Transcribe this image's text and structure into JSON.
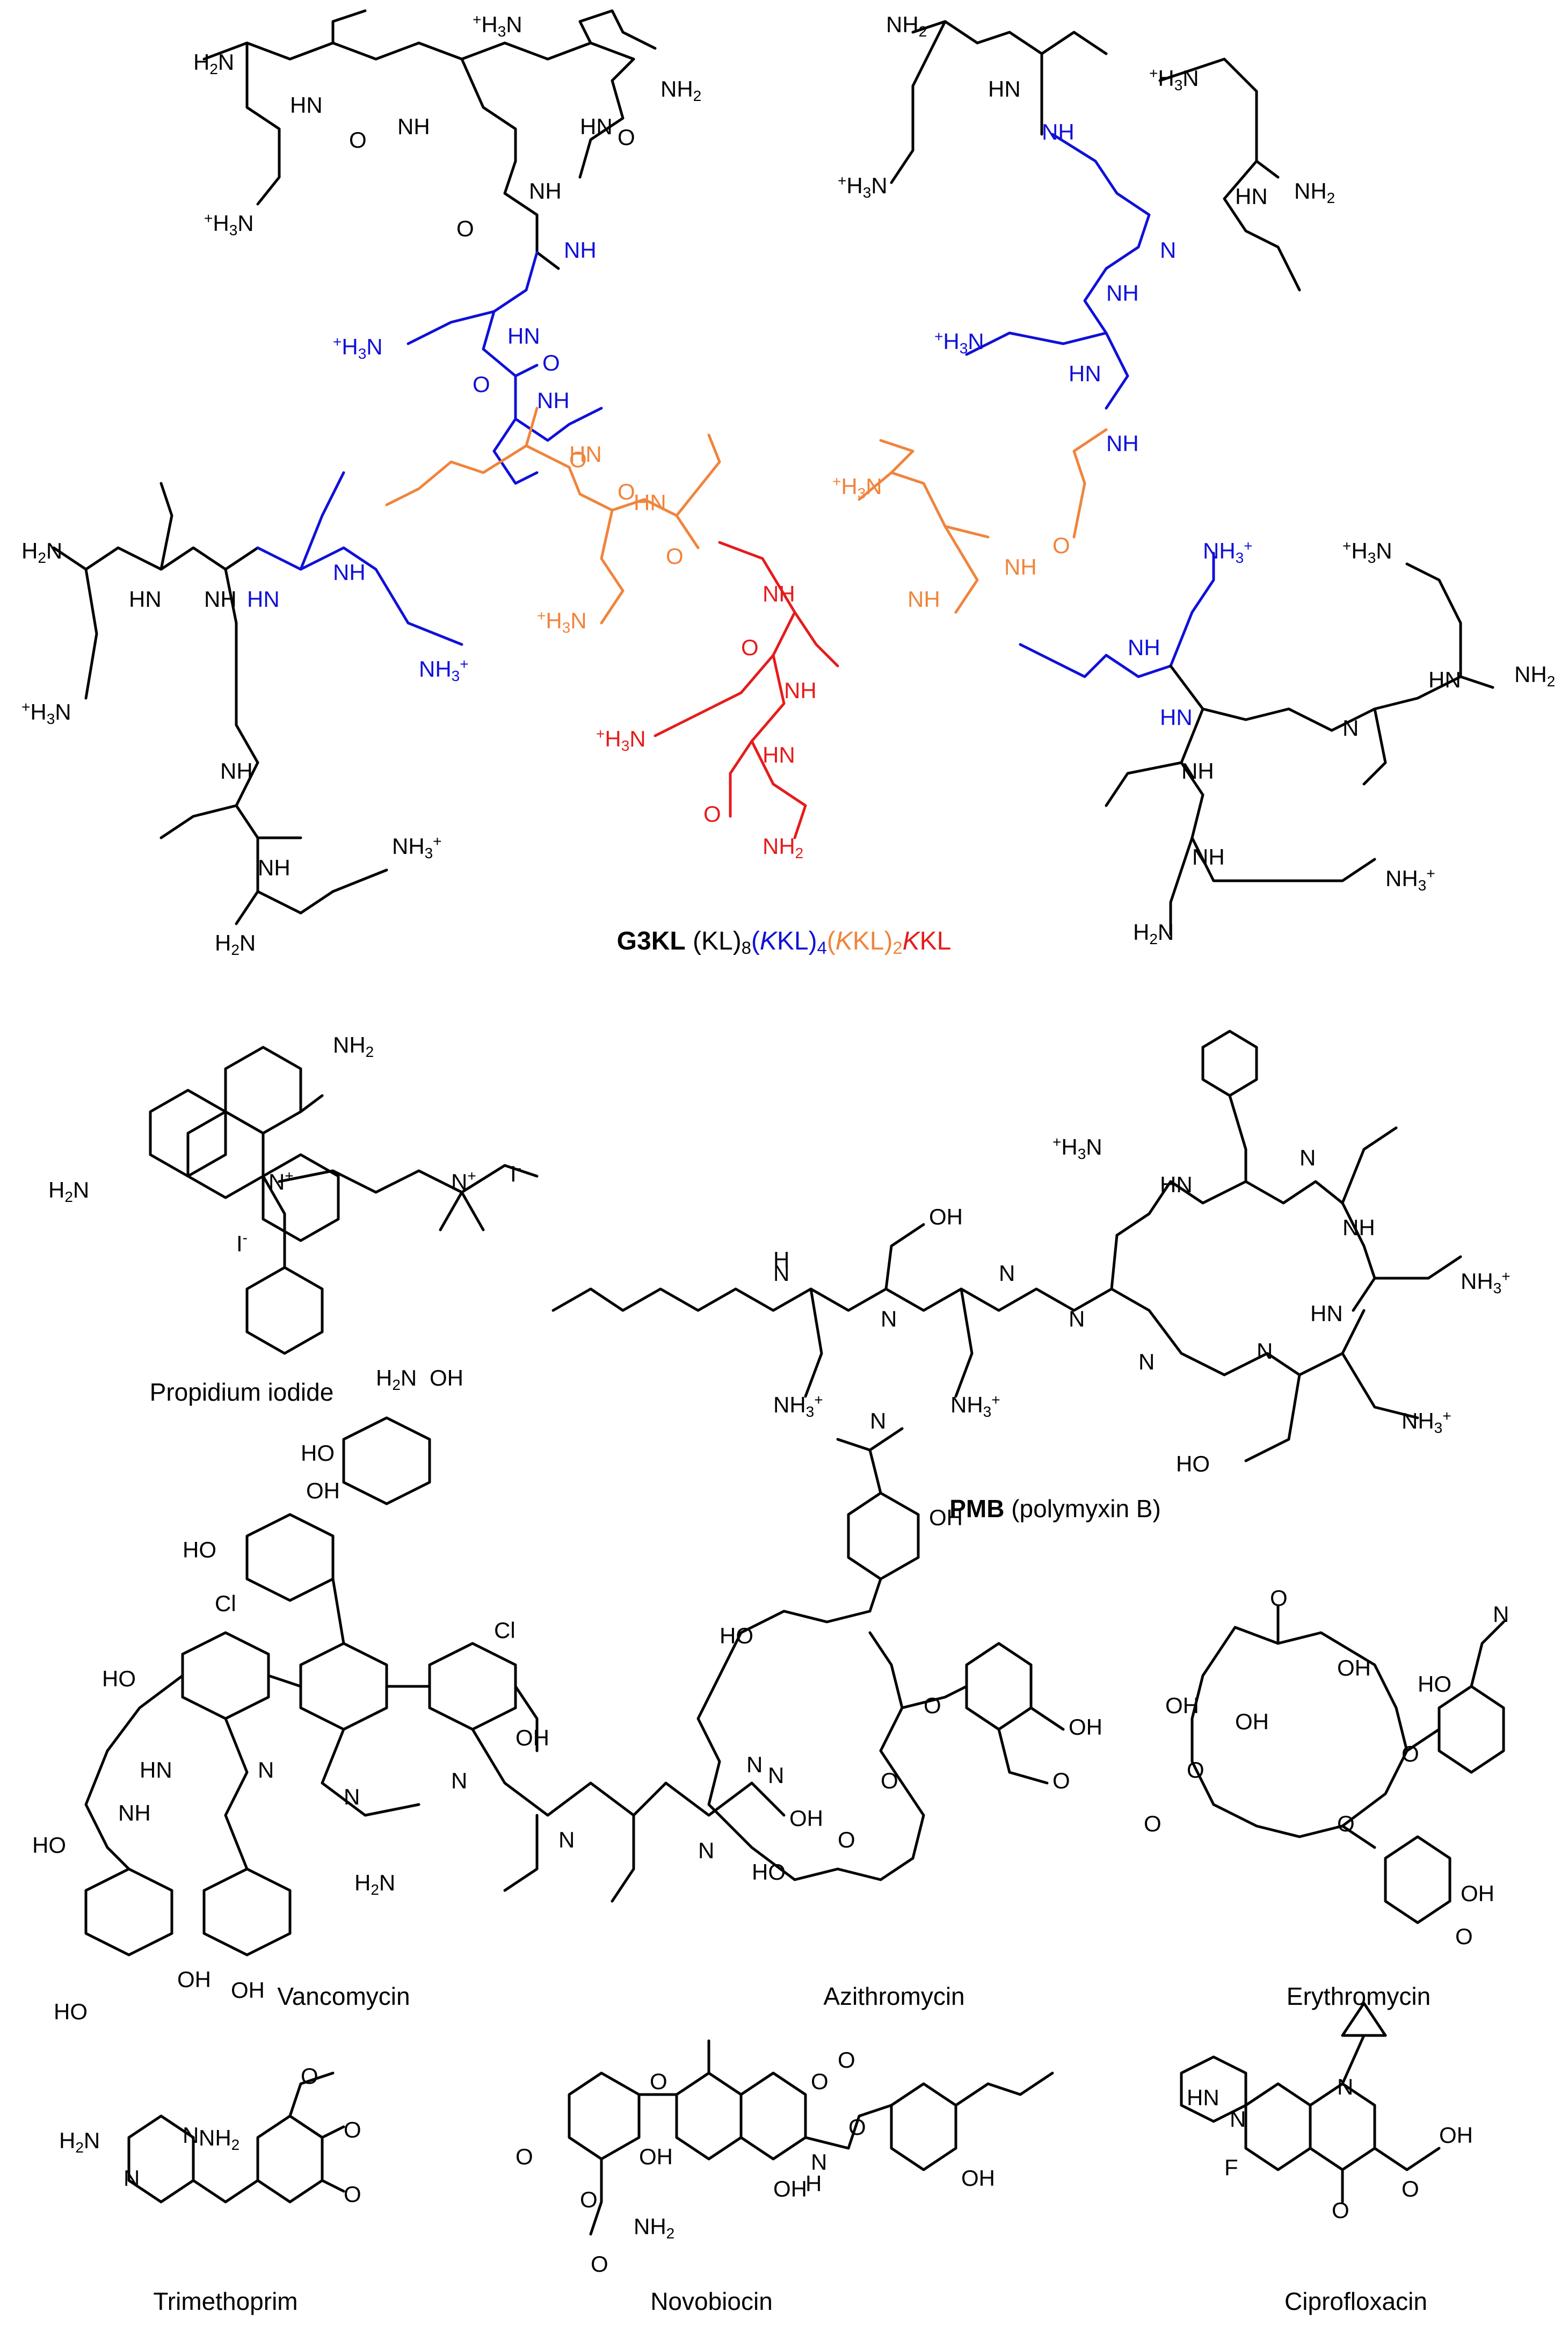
{
  "compounds": {
    "g3kl": {
      "name": "G3KL",
      "formula": [
        {
          "text": "(KL)",
          "color": "#000000"
        },
        {
          "text": "8",
          "color": "#000000",
          "sub": true
        },
        {
          "text": "(",
          "color": "#1010d8"
        },
        {
          "text": "K",
          "color": "#1010d8",
          "italic": true
        },
        {
          "text": "KL)",
          "color": "#1010d8"
        },
        {
          "text": "4",
          "color": "#1010d8",
          "sub": true
        },
        {
          "text": "(",
          "color": "#f0843c"
        },
        {
          "text": "K",
          "color": "#f0843c",
          "italic": true
        },
        {
          "text": "KL)",
          "color": "#f0843c"
        },
        {
          "text": "2",
          "color": "#f0843c",
          "sub": true
        },
        {
          "text": "K",
          "color": "#e51c1c",
          "italic": true
        },
        {
          "text": "KL",
          "color": "#e51c1c"
        }
      ]
    },
    "propidium": "Propidium iodide",
    "pmb": {
      "name": "PMB",
      "full": "(polymyxin B)"
    },
    "vancomycin": "Vancomycin",
    "azithromycin": "Azithromycin",
    "erythromycin": "Erythromycin",
    "trimethoprim": "Trimethoprim",
    "novobiocin": "Novobiocin",
    "ciprofloxacin": "Ciprofloxacin"
  },
  "atom_labels": {
    "nh2": "NH2",
    "h2n": "H2N",
    "h3n_plus": "+H3N",
    "nh3_plus": "NH3+",
    "nh": "NH",
    "hn": "HN",
    "n": "N",
    "o": "O",
    "oh": "OH",
    "ho": "HO",
    "cl": "Cl",
    "f": "F",
    "h": "H",
    "iodide": "I-",
    "n_plus": "N+"
  },
  "colors": {
    "generation_0": "#000000",
    "generation_1": "#1010d8",
    "generation_2": "#f0843c",
    "generation_3": "#e51c1c"
  }
}
